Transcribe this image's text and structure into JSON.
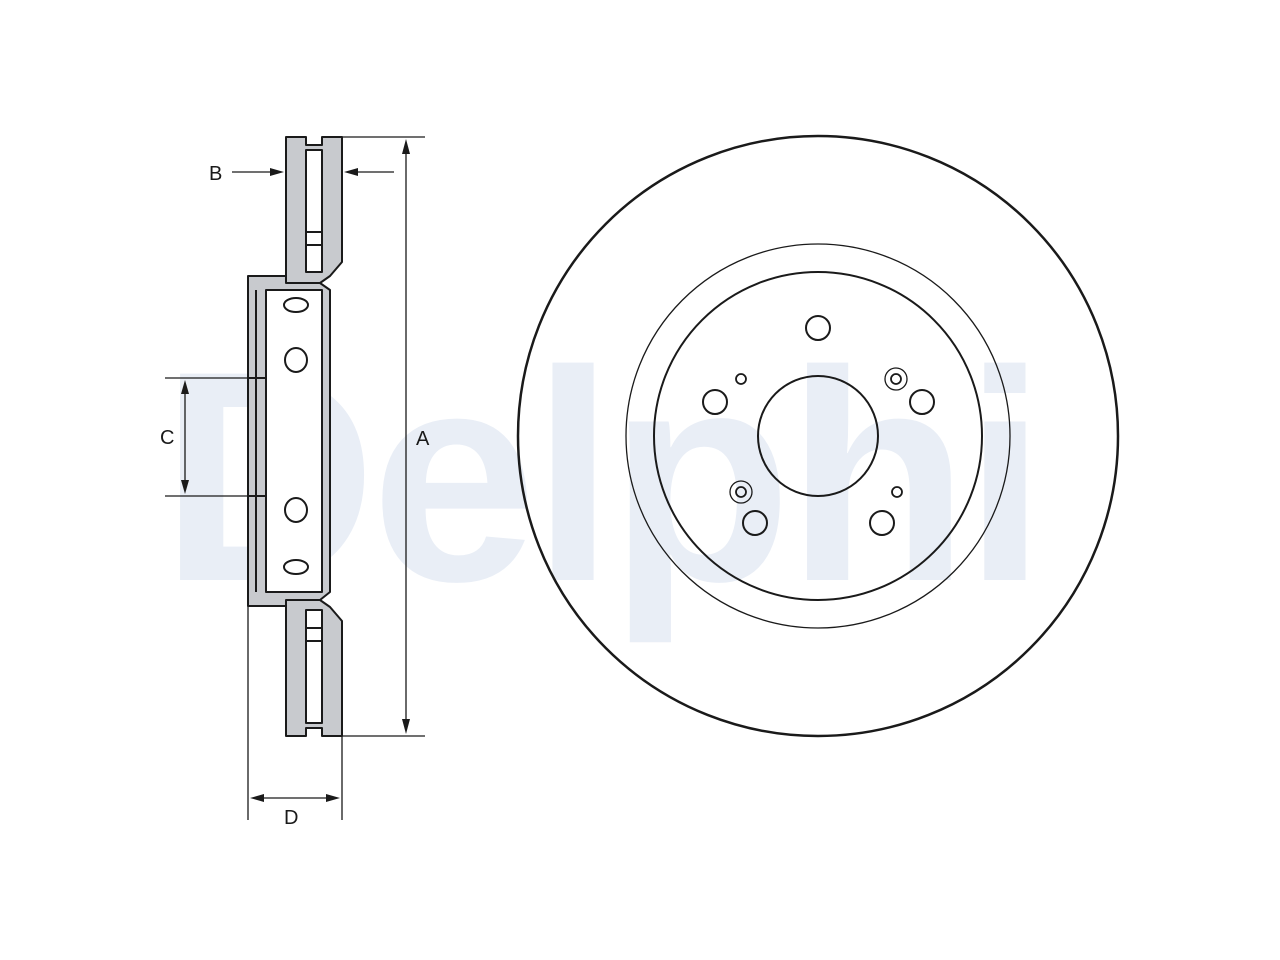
{
  "watermark": {
    "text": "Delphi",
    "color": "#e9eef6"
  },
  "dimensions": {
    "a": "A",
    "b": "B",
    "c": "C",
    "d": "D"
  },
  "colors": {
    "line": "#1a1a1a",
    "section_fill": "#c8cace",
    "background": "#ffffff"
  }
}
